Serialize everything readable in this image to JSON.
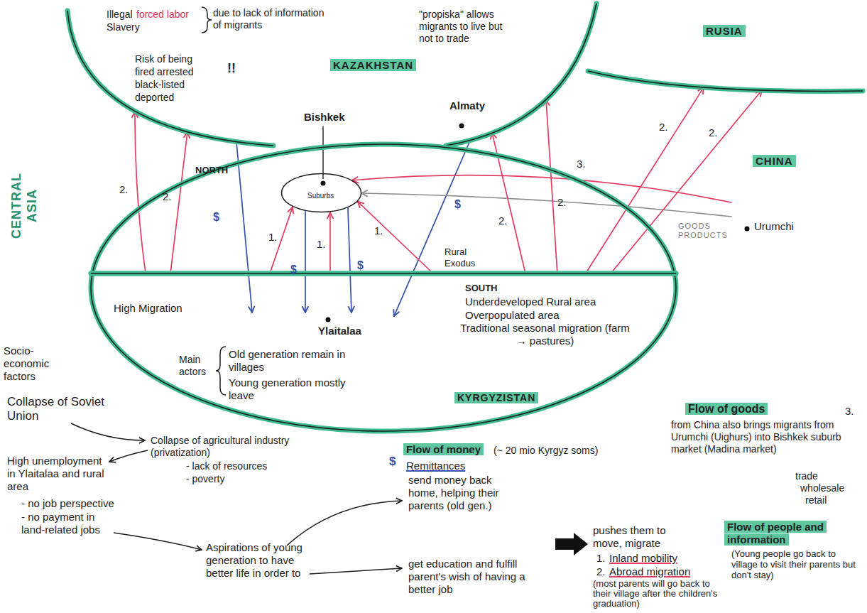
{
  "diagram": {
    "nodes": [
      {
        "text": [
          "KAZAKHSTAN"
        ]
      },
      {
        "text": [
          "RUSIA"
        ]
      },
      {
        "text": [
          "CHINA"
        ]
      },
      {
        "text": [
          "KYRGYZISTAN"
        ]
      },
      {
        "text": [
          "NORTH"
        ],
        "in": 3
      },
      {
        "text": [
          "Suburbs"
        ],
        "in": 4
      },
      {
        "text": [
          "SOUTH",
          "Underdeveloped Rural area",
          "Overpopulated area",
          "Traditional seasonal migration (farm → pastures)"
        ],
        "in": 3
      }
    ],
    "edges": [
      {
        "from": 6,
        "to": 0,
        "arrow": "to",
        "label": "2."
      },
      {
        "from": 6,
        "to": 0,
        "arrow": "to",
        "label": "2."
      },
      {
        "from": 0,
        "to": 6,
        "arrow": "to",
        "label": "$"
      },
      {
        "from": 0,
        "to": 6,
        "arrow": "to",
        "label": "$"
      },
      {
        "from": 6,
        "to": 5,
        "arrow": "to",
        "label": "1."
      },
      {
        "from": 5,
        "to": 6,
        "arrow": "to",
        "label": "$"
      },
      {
        "from": 6,
        "to": 5,
        "arrow": "to",
        "label": "1."
      },
      {
        "from": 5,
        "to": 6,
        "arrow": "to",
        "label": "$"
      },
      {
        "from": 6,
        "to": 5,
        "arrow": "to",
        "label": "1."
      },
      {
        "from": 2,
        "to": 5,
        "arrow": "to",
        "label": "3."
      },
      {
        "from": 2,
        "to": 5,
        "arrow": "to",
        "label": "GOODS PRODUCTS"
      },
      {
        "from": 6,
        "to": 0,
        "arrow": "to",
        "label": "2."
      },
      {
        "from": 6,
        "to": 0,
        "arrow": "to",
        "label": "2."
      },
      {
        "from": 6,
        "to": 1,
        "arrow": "to",
        "label": "2."
      },
      {
        "from": 6,
        "to": 1,
        "arrow": "to",
        "label": "2."
      }
    ],
    "labels": [
      "Illegal",
      "forced labor",
      "Slavery",
      "due to lack of information of migrants",
      "Risk of being fired arrested black-listed deported",
      "!!",
      "\"propiska\" allows migrants to live but not to trade",
      "Bishkek",
      "Almaty",
      "CENTRAL ASIA",
      "Rural Exodus",
      "Urumchi",
      "High Migration",
      "Ylaitalaa",
      "Socio-economic factors",
      "Main actors",
      "Old generation remain in villages",
      "Young generation mostly leave",
      "Collapse of Soviet Union",
      "Collapse of agricultural industry (privatization)",
      "- lack of resources",
      "- poverty",
      "High unemployment in Ylaitalaa and rural area",
      "- no job perspective",
      "- no payment in land-related jobs",
      "Aspirations of young generation to have better life in order to",
      "$",
      "Flow of money",
      "(~ 20 mio Kyrgyz soms)",
      "Remittances",
      "send money back home, helping their parents (old gen.)",
      "get education and fulfill parent's wish of having a better job",
      "pushes them to move, migrate",
      "1.",
      "Inland mobility",
      "2.",
      "Abroad migration",
      "(most parents will go back to their village after the children's graduation)",
      "Flow of people and information",
      "(Young people go back to village to visit their parents but don't stay)",
      "Flow of goods",
      "3.",
      "from China also brings migrants from Urumchi (Uighurs) into Bishkek suburb market (Madina market)",
      "trade",
      "wholesale",
      "retail"
    ]
  }
}
